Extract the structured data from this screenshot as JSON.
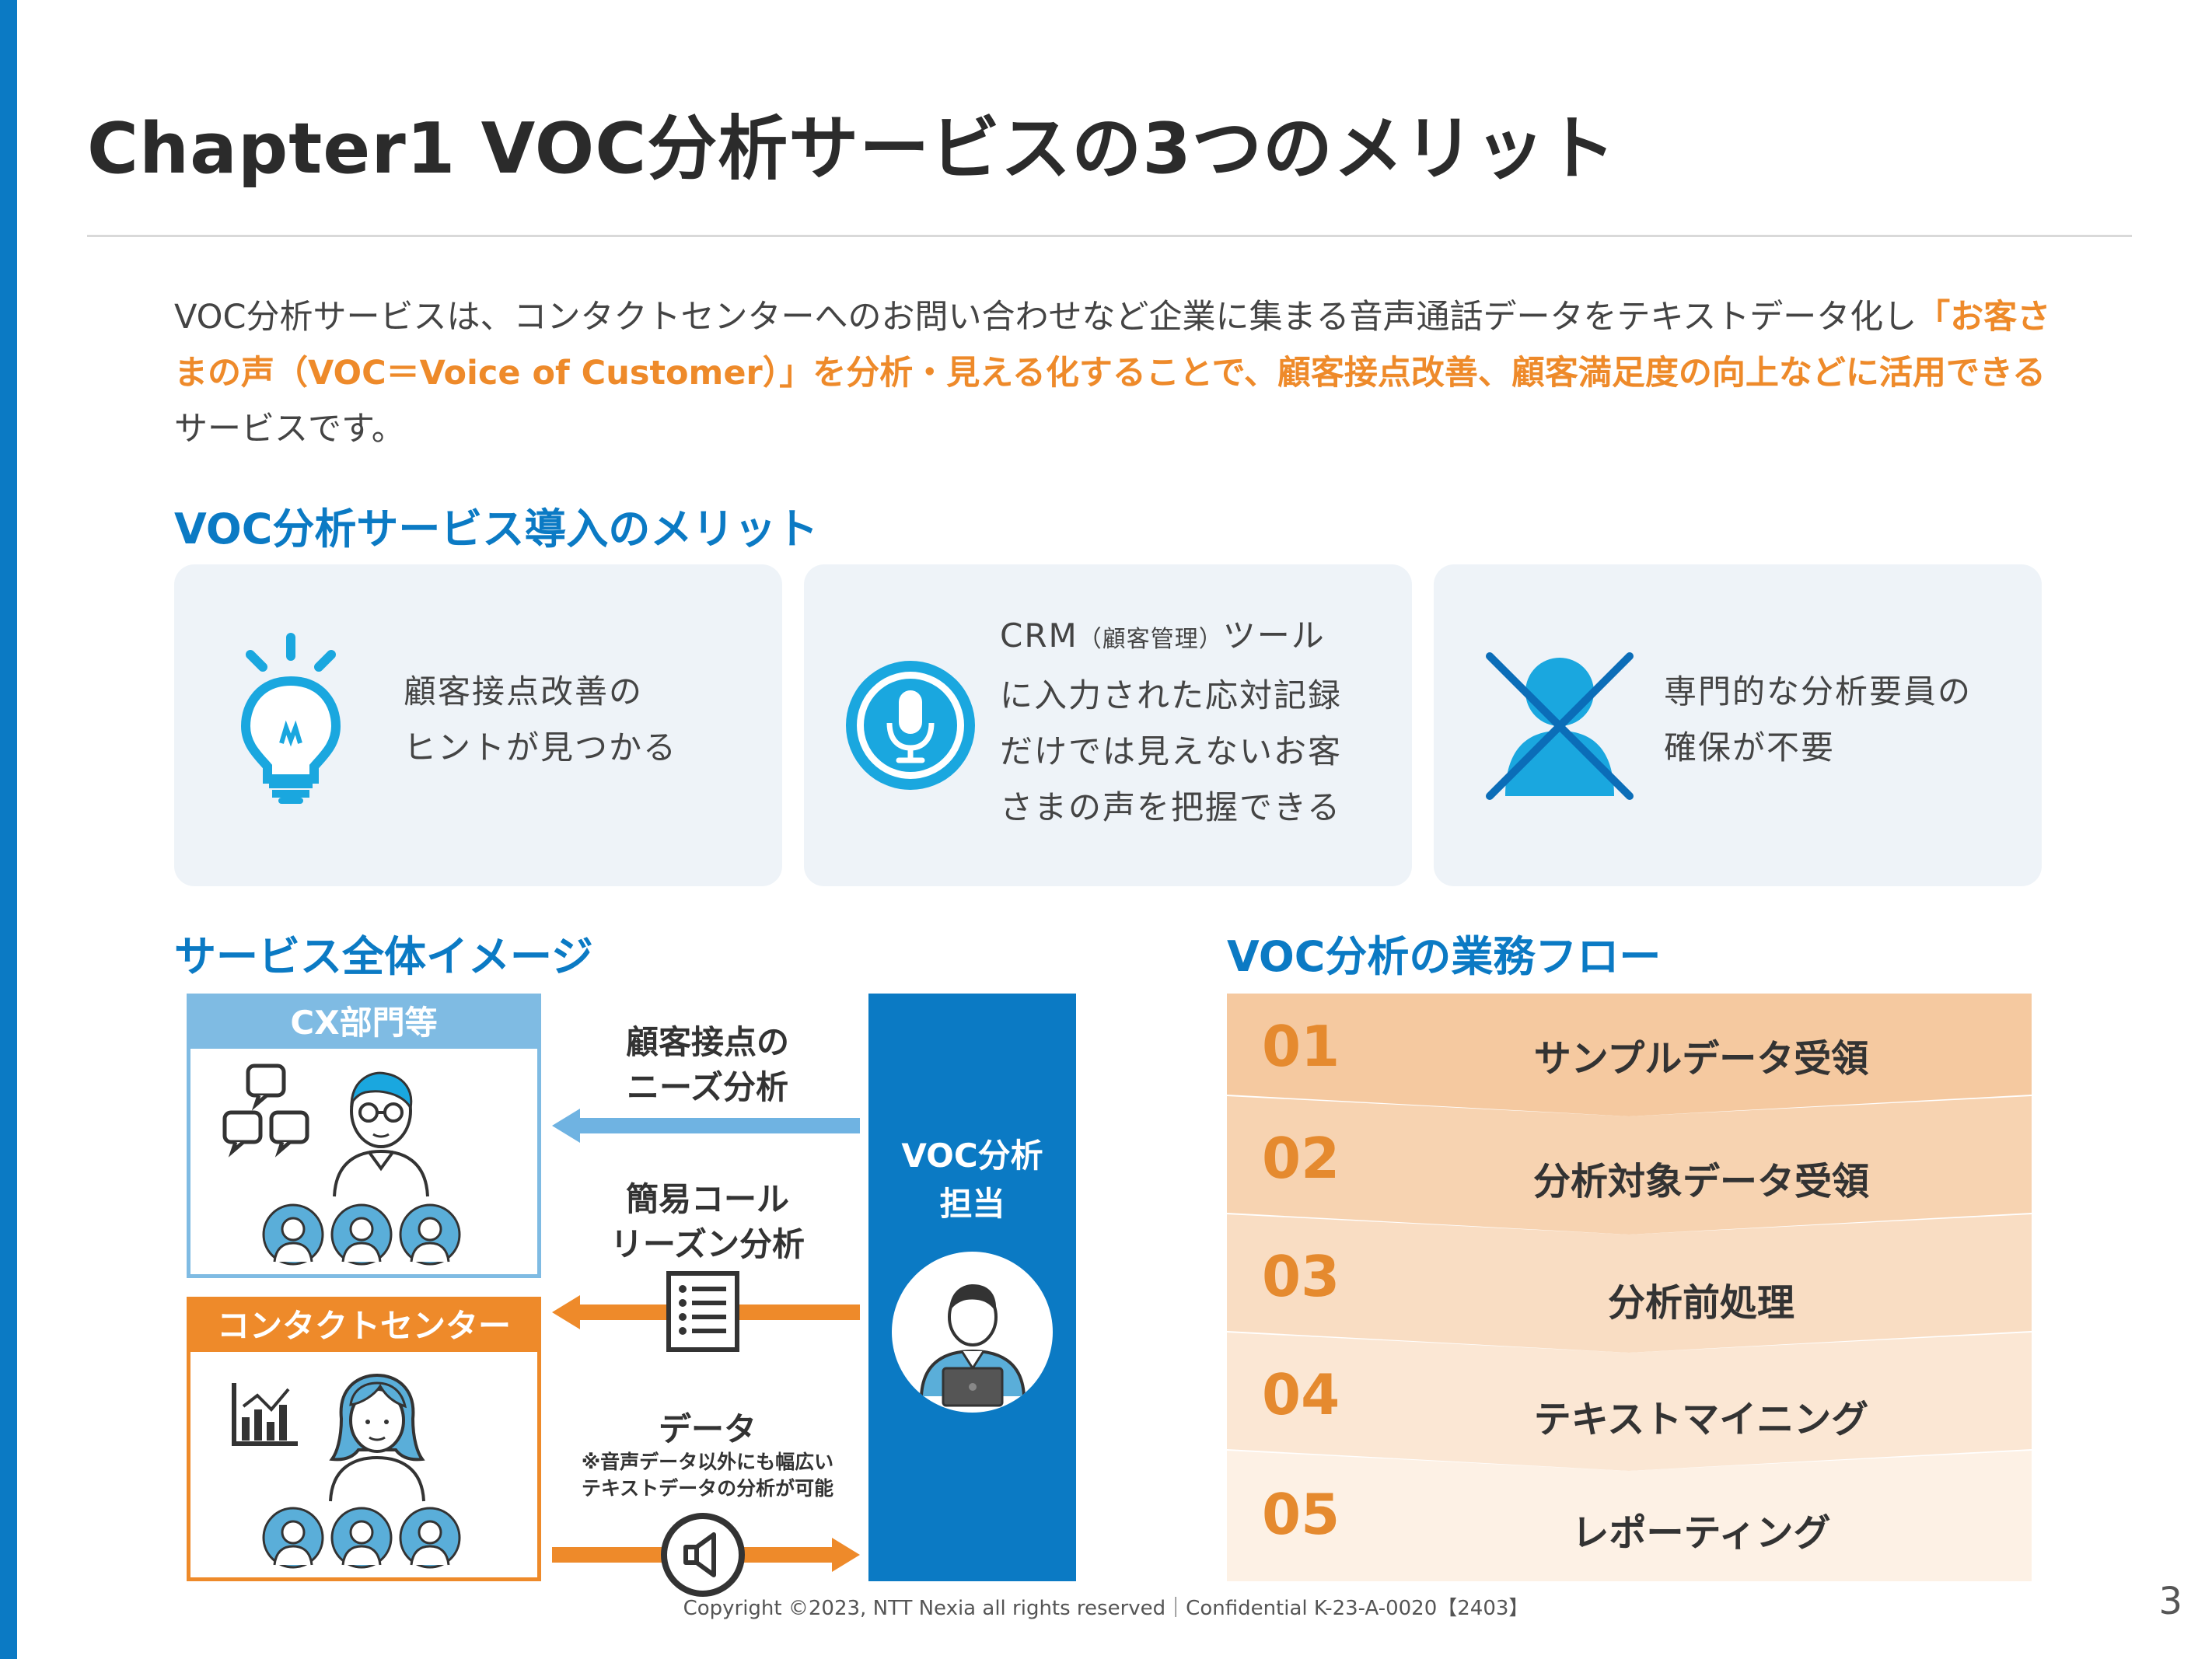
{
  "header": {
    "title": "Chapter1  VOC分析サービスの3つのメリット"
  },
  "intro": {
    "part1": "VOC分析サービスは、コンタクトセンターへのお問い合わせなど企業に集まる音声通話データをテキストデータ化し",
    "highlight": "「お客さまの声（VOC＝Voice of Customer）」を分析・見える化することで、顧客接点改善、顧客満足度の向上などに活用できる",
    "part2": "サービスです。"
  },
  "merits": {
    "section_title": "VOC分析サービス導入のメリット",
    "cards": [
      {
        "icon": "lightbulb-icon",
        "lines": [
          "顧客接点改善の",
          "ヒントが見つかる"
        ]
      },
      {
        "icon": "microphone-icon",
        "line1_main": "CRM",
        "line1_small": "（顧客管理）",
        "line1_rest": "ツール",
        "lines": [
          "に入力された応対記録",
          "だけでは見えないお客",
          "さまの声を把握できる"
        ]
      },
      {
        "icon": "no-person-icon",
        "lines": [
          "専門的な分析要員の",
          "確保が不要"
        ]
      }
    ]
  },
  "service_image": {
    "section_title": "サービス全体イメージ",
    "cx_box": "CX部門等",
    "cc_box": "コンタクトセンター",
    "flows": [
      {
        "lines": [
          "顧客接点の",
          "ニーズ分析"
        ]
      },
      {
        "lines": [
          "簡易コール",
          "リーズン分析"
        ]
      },
      {
        "lines": [
          "データ"
        ],
        "note": [
          "※音声データ以外にも幅広い",
          "テキストデータの分析が可能"
        ]
      }
    ],
    "voc_column": [
      "VOC分析",
      "担当"
    ]
  },
  "workflow": {
    "section_title": "VOC分析の業務フロー",
    "steps": [
      {
        "num": "01",
        "label": "サンプルデータ受領",
        "color": "#f5c9a0"
      },
      {
        "num": "02",
        "label": "分析対象データ受領",
        "color": "#f7d3b1"
      },
      {
        "num": "03",
        "label": "分析前処理",
        "color": "#f9ddc3"
      },
      {
        "num": "04",
        "label": "テキストマイニング",
        "color": "#fbe7d4"
      },
      {
        "num": "05",
        "label": "レポーティング",
        "color": "#fdf1e5"
      }
    ]
  },
  "footer": {
    "copyright": "Copyright ©2023, NTT Nexia all rights reserved｜Confidential K-23-A-0020【2403】",
    "page_number": "3"
  }
}
